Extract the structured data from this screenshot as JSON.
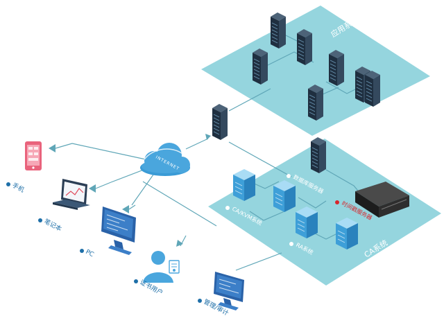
{
  "labels": {
    "app_system": "应用系统",
    "ca_system": "CA系统",
    "database_server": "数据库服务器",
    "timestamp_server": "时间戳服务器",
    "ca_kvm_system": "CA/KVM系统",
    "ra_system": "RA系统",
    "internet": "INTERNET",
    "mobile": "手机",
    "laptop": "笔记本",
    "pc": "PC",
    "cert_user": "证书用户",
    "admin_audit": "管理/审计"
  },
  "colors": {
    "platform": "#8fd3dc",
    "connector": "#5fa6b7",
    "server_dark": "#26394d",
    "server_blue": "#4aa6dd",
    "label_blue": "#1e6fa8",
    "highlight_red": "#d8262b"
  }
}
